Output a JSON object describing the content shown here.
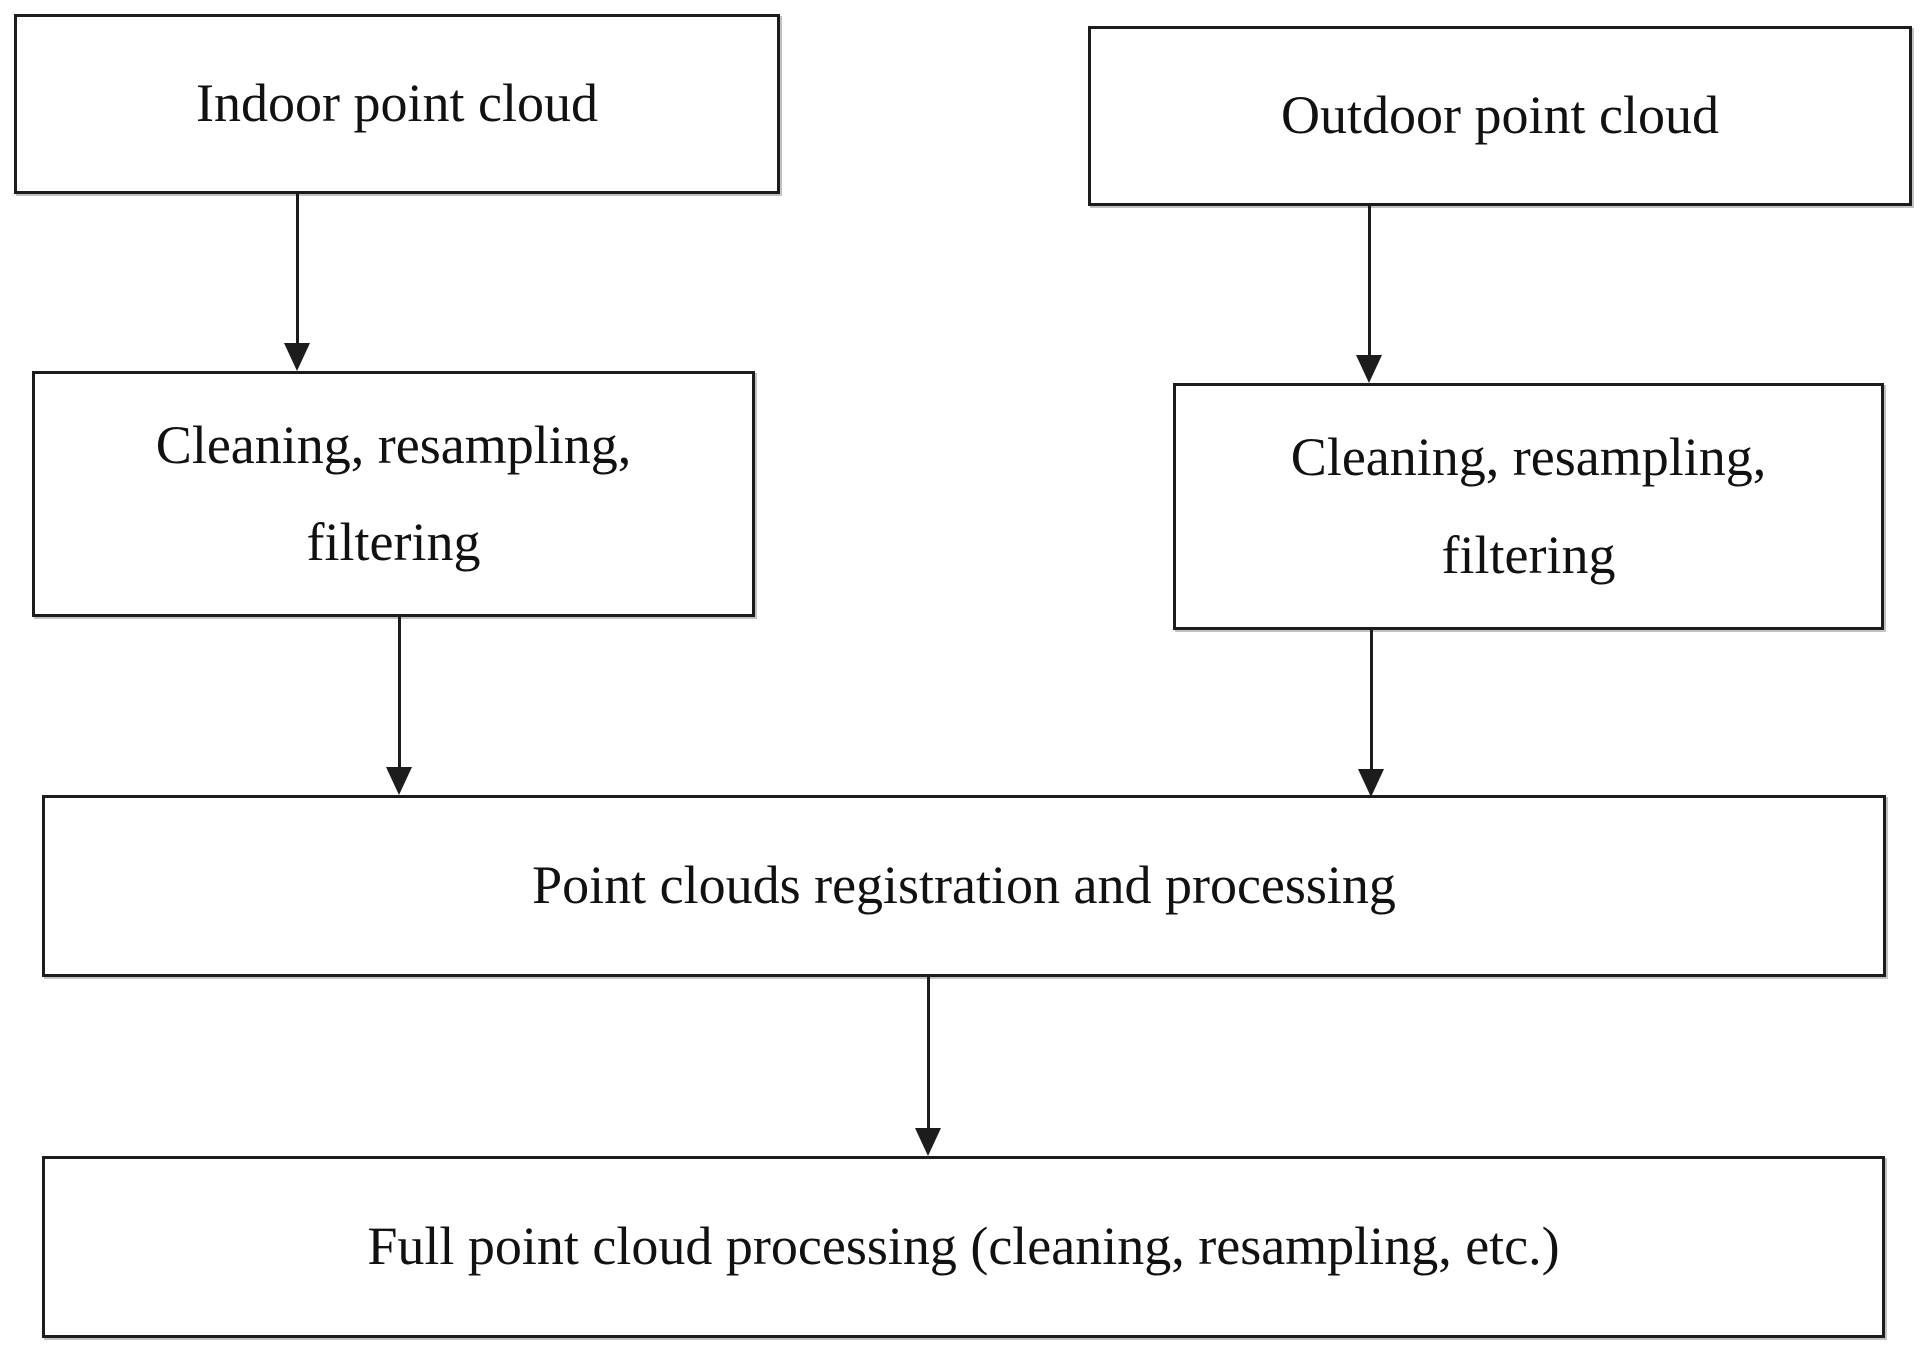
{
  "diagram": {
    "type": "flowchart",
    "background_color": "#ffffff",
    "box_border_color": "#1c1c1c",
    "arrow_color": "#1c1c1c",
    "text_color": "#111111",
    "nodes": {
      "indoor": {
        "label": "Indoor point cloud"
      },
      "outdoor": {
        "label": "Outdoor point cloud"
      },
      "clean_left": {
        "line1": "Cleaning, resampling,",
        "line2": "filtering"
      },
      "clean_right": {
        "line1": "Cleaning, resampling,",
        "line2": "filtering"
      },
      "registration": {
        "label": "Point clouds registration and processing"
      },
      "full": {
        "label": "Full point cloud processing (cleaning, resampling, etc.)"
      }
    },
    "edges": [
      {
        "from": "Indoor point cloud",
        "to": "Cleaning, resampling, filtering (left)"
      },
      {
        "from": "Outdoor point cloud",
        "to": "Cleaning, resampling, filtering (right)"
      },
      {
        "from": "Cleaning, resampling, filtering (left)",
        "to": "Point clouds registration and processing"
      },
      {
        "from": "Cleaning, resampling, filtering (right)",
        "to": "Point clouds registration and processing"
      },
      {
        "from": "Point clouds registration and processing",
        "to": "Full point cloud processing (cleaning, resampling, etc.)"
      }
    ]
  }
}
